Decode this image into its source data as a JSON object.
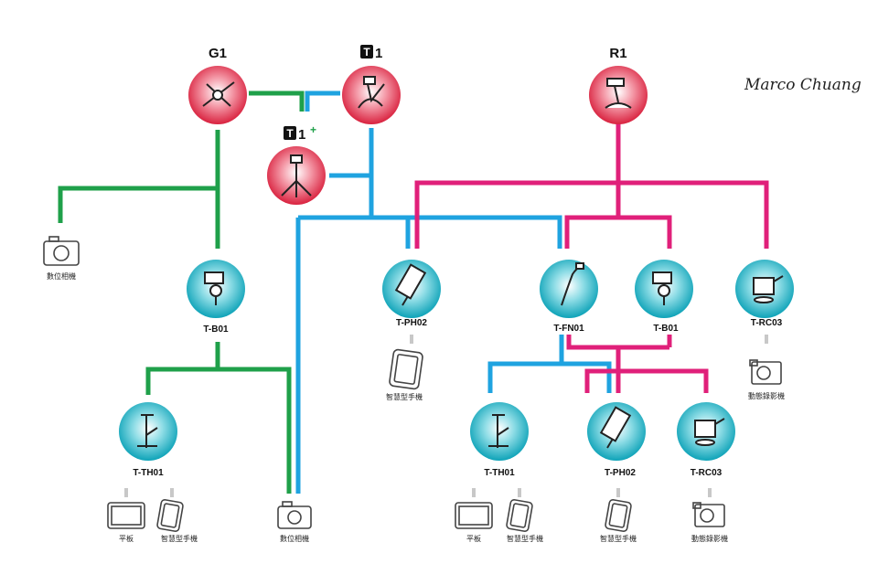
{
  "colors": {
    "green": "#1fa04a",
    "blue": "#1fa3e0",
    "magenta": "#e0207a",
    "red_node": "#e23a55",
    "teal_node": "#12a9bd"
  },
  "top_nodes": {
    "g1": {
      "label": "G1"
    },
    "t1": {
      "label": "1",
      "badge": "T"
    },
    "t1plus": {
      "label": "1",
      "badge": "T",
      "plus": "+"
    },
    "r1": {
      "label": "R1"
    }
  },
  "signature": {
    "text": "Marco Chuang"
  },
  "mounts": {
    "tb01_left": "T-B01",
    "tph02_mid": "T-PH02",
    "tfn01": "T-FN01",
    "tb01_right": "T-B01",
    "trc03_right": "T-RC03",
    "tth01_left": "T-TH01",
    "tth01_right": "T-TH01",
    "tph02_bottom": "T-PH02",
    "trc03_bottom": "T-RC03"
  },
  "devices": {
    "camera_top": "數位相機",
    "camera_bottom": "數位相機",
    "phone_mid": "智慧型手機",
    "camcorder_right": "動態錄影機",
    "tablet_left": "平板",
    "phone_left": "智慧型手機",
    "tablet_right": "平板",
    "phone_right": "智慧型手機",
    "phone_bottom": "智慧型手機",
    "camcorder_bottom": "動態錄影機"
  }
}
